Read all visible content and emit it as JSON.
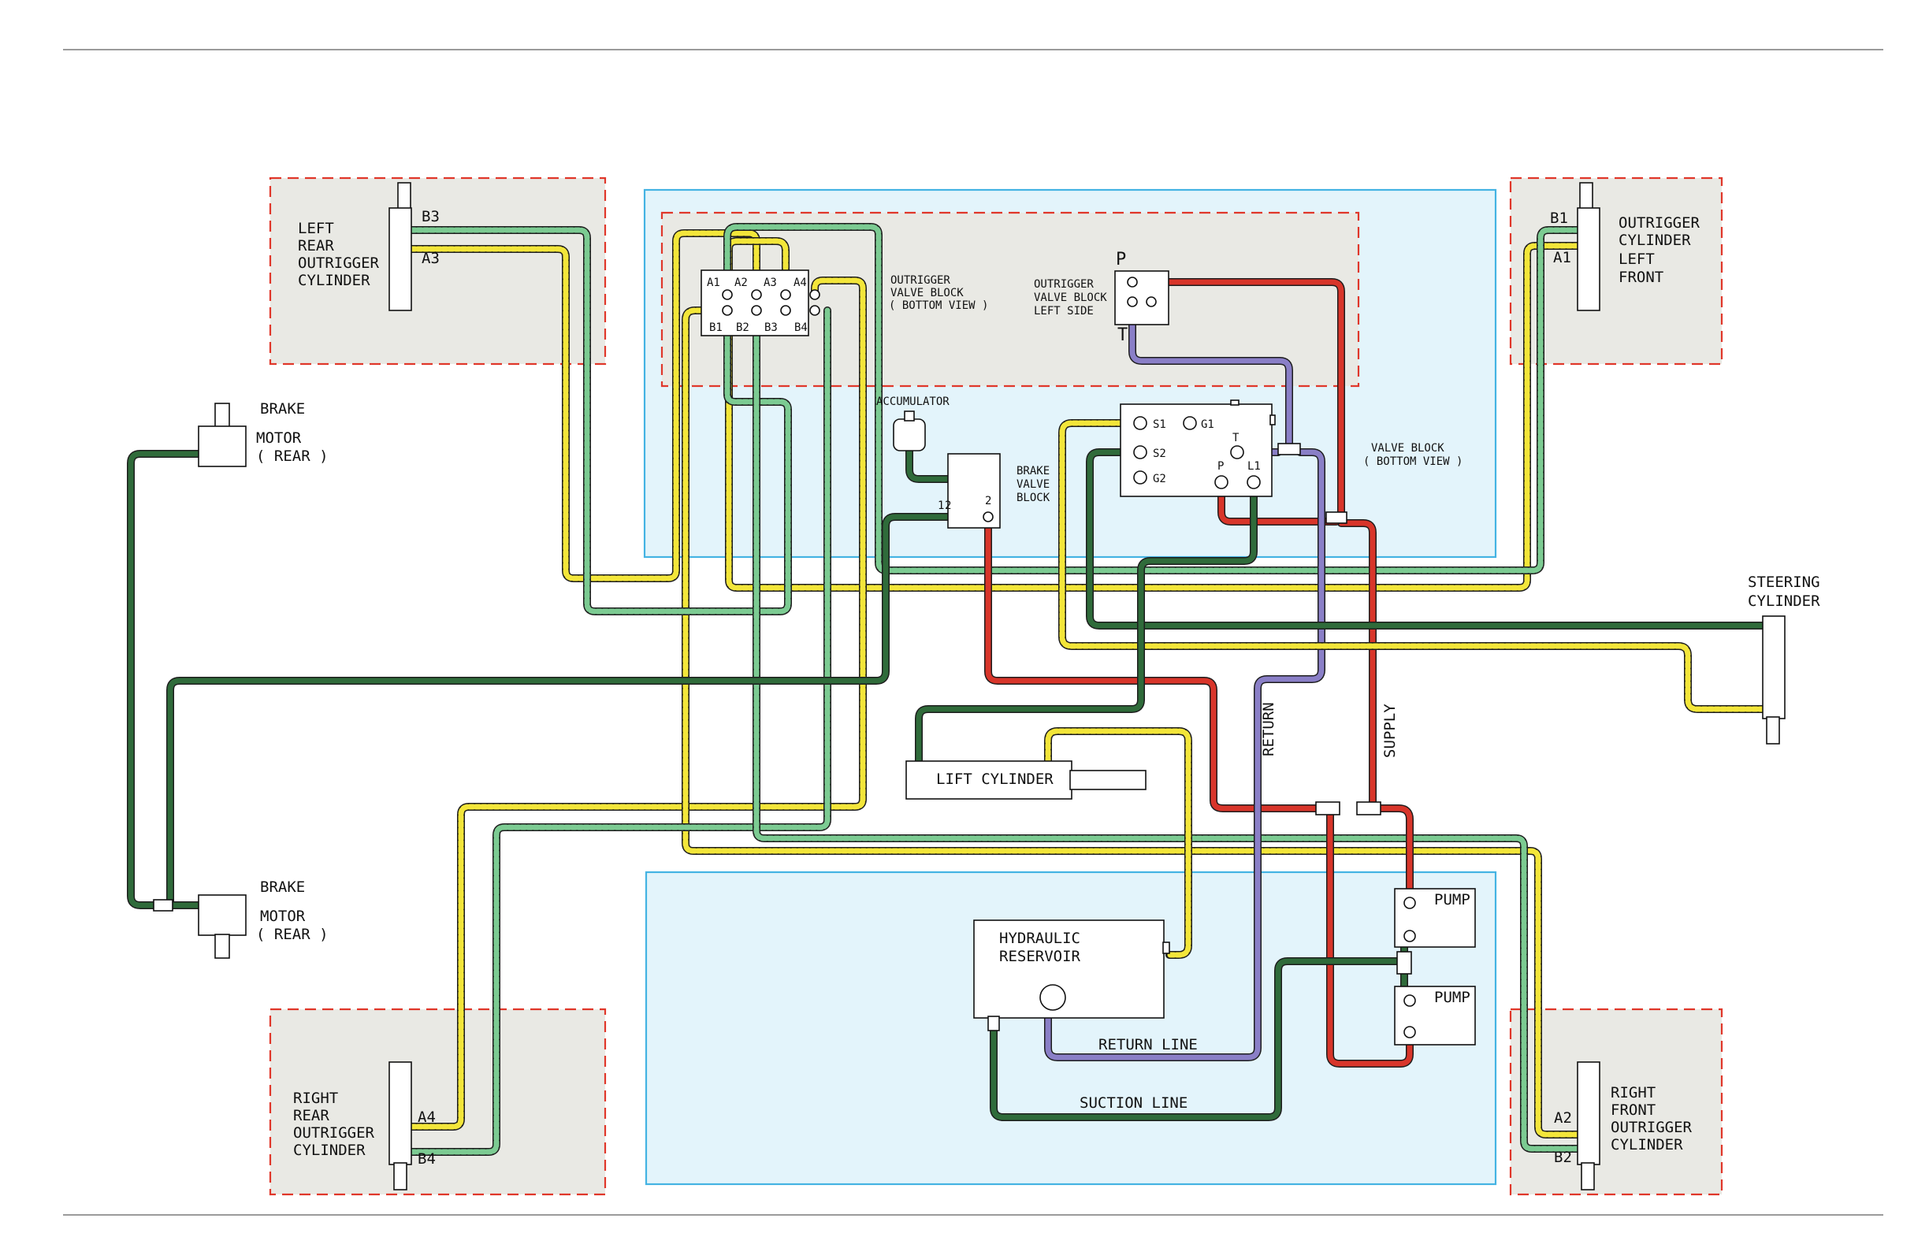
{
  "colors": {
    "yellow": "#f3e63a",
    "green_light": "#7ccb92",
    "green_dark": "#2f6b3a",
    "red": "#d8352a",
    "purple": "#8a7fc7",
    "zone_border_red": "#e0372a",
    "zone_fill_grey": "#e9e9e4",
    "zone_fill_blue": "#e3f4fb",
    "zone_border_blue": "#44b3e3"
  },
  "labels": {
    "left_rear_cyl": [
      "LEFT",
      "REAR",
      "OUTRIGGER",
      "CYLINDER"
    ],
    "left_rear_b3": "B3",
    "left_rear_a3": "A3",
    "left_front_cyl": [
      "OUTRIGGER",
      "CYLINDER",
      "LEFT",
      "FRONT"
    ],
    "left_front_b1": "B1",
    "left_front_a1": "A1",
    "right_rear_cyl": [
      "RIGHT",
      "REAR",
      "OUTRIGGER",
      "CYLINDER"
    ],
    "right_rear_a4": "A4",
    "right_rear_b4": "B4",
    "right_front_cyl": [
      "RIGHT",
      "FRONT",
      "OUTRIGGER",
      "CYLINDER"
    ],
    "right_front_a2": "A2",
    "right_front_b2": "B2",
    "brake_motor_top": [
      "BRAKE",
      "MOTOR",
      "( REAR )"
    ],
    "brake_motor_bottom": [
      "BRAKE",
      "MOTOR",
      "( REAR )"
    ],
    "ovb_ports_top": [
      "A1",
      "A2",
      "A3",
      "A4"
    ],
    "ovb_ports_bottom": [
      "B1",
      "B2",
      "B3",
      "B4"
    ],
    "ovb_bottom_view": [
      "OUTRIGGER",
      "VALVE BLOCK",
      "( BOTTOM VIEW )"
    ],
    "ovb_left_side": [
      "OUTRIGGER",
      "VALVE BLOCK",
      "LEFT SIDE"
    ],
    "ovb_left_p": "P",
    "ovb_left_t": "T",
    "accumulator": "ACCUMULATOR",
    "brake_valve_block": [
      "BRAKE",
      "VALVE",
      "BLOCK"
    ],
    "brake_valve_ports": [
      "1",
      "2",
      "2"
    ],
    "valve_block_ports": [
      "S1",
      "G1",
      "S2",
      "T",
      "G2",
      "P",
      "L1"
    ],
    "valve_block_bottom_view": [
      "VALVE BLOCK",
      "( BOTTOM VIEW )"
    ],
    "steering_cylinder": [
      "STEERING",
      "CYLINDER"
    ],
    "lift_cylinder": "LIFT CYLINDER",
    "return_label": "RETURN",
    "supply_label": "SUPPLY",
    "pump_top": "PUMP",
    "pump_bottom": "PUMP",
    "hydraulic_reservoir": [
      "HYDRAULIC",
      "RESERVOIR"
    ],
    "return_line": "RETURN LINE",
    "suction_line": "SUCTION LINE"
  }
}
